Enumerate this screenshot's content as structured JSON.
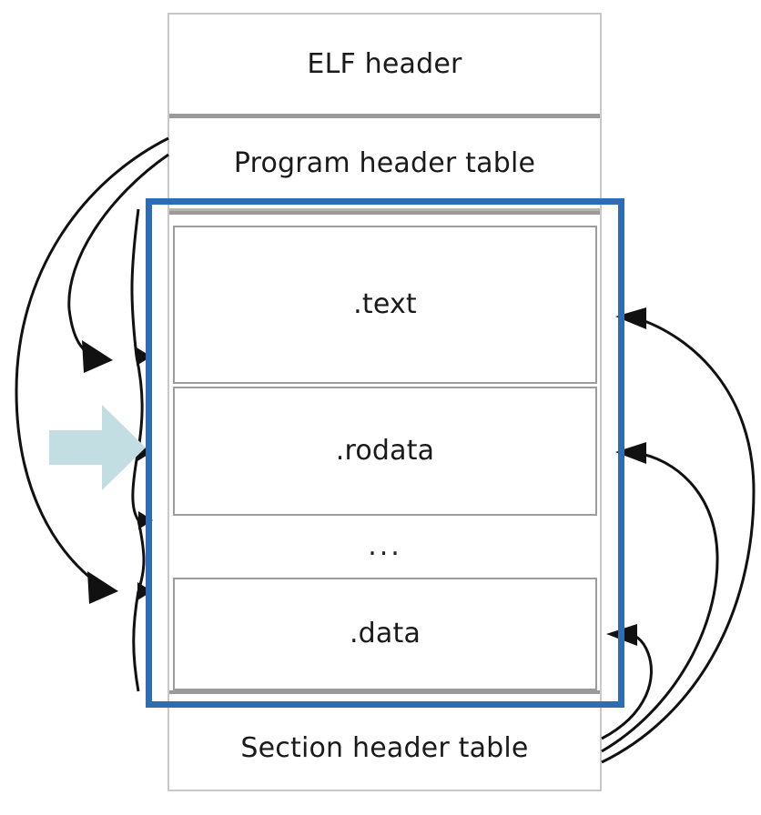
{
  "diagram": {
    "title": "ELF object file layout",
    "type": "elf-file-layout",
    "colors": {
      "highlight_blue": "#2E6DB4",
      "emphasis_arrow_teal": "#C2DEE2",
      "section_border_gray": "#9C9C9C",
      "divider_gray": "#9A9A9A",
      "outer_border_gray": "#C8C8C8",
      "text_black": "#1A1A1A"
    },
    "file_layout": {
      "parts": [
        {
          "id": "elf-header",
          "label": "ELF header",
          "kind": "header",
          "grouped": false
        },
        {
          "id": "program-header-table",
          "label": "Program header table",
          "kind": "header",
          "grouped": false
        },
        {
          "id": "section-text",
          "label": ".text",
          "kind": "section",
          "grouped": true
        },
        {
          "id": "section-rodata",
          "label": ".rodata",
          "kind": "section",
          "grouped": true
        },
        {
          "id": "section-ellipsis",
          "label": "...",
          "kind": "filler",
          "grouped": true
        },
        {
          "id": "section-data",
          "label": ".data",
          "kind": "section",
          "grouped": true
        },
        {
          "id": "section-header-table",
          "label": "Section header table",
          "kind": "header",
          "grouped": false
        }
      ]
    },
    "highlight": {
      "label": "sections region",
      "encloses": [
        "section-text",
        "section-rodata",
        "section-ellipsis",
        "section-data"
      ]
    },
    "emphasis_arrow": {
      "label": "sections emphasis arrow",
      "direction": "right",
      "points_at": "sections region"
    },
    "connectors": {
      "left_group": {
        "label": "program header table to segments",
        "from": "program-header-table",
        "to": [
          "section-text",
          "section-data"
        ],
        "count": 2
      },
      "right_group": {
        "label": "section header table to sections",
        "from": "section-header-table",
        "to": [
          "section-text",
          "section-rodata",
          "section-data"
        ],
        "count": 3
      }
    }
  }
}
